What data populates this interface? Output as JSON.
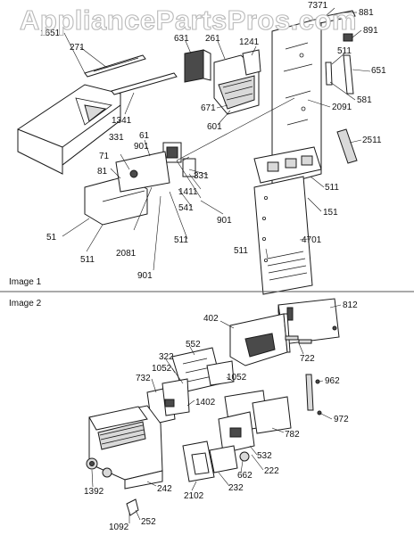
{
  "watermark": "AppliancePartsPros.com",
  "sections": [
    {
      "label": "Image 1"
    },
    {
      "label": "Image 2"
    }
  ],
  "callouts": {
    "img1": [
      "7371",
      "881",
      "891",
      "1651",
      "271",
      "631",
      "261",
      "1241",
      "511",
      "651",
      "581",
      "2091",
      "671",
      "601",
      "1341",
      "61",
      "331",
      "901",
      "71",
      "81",
      "331",
      "1411",
      "2511",
      "511",
      "151",
      "541",
      "901",
      "51",
      "2081",
      "511",
      "4701",
      "511",
      "511",
      "901"
    ],
    "img2": [
      "812",
      "402",
      "722",
      "552",
      "322",
      "1052",
      "1052",
      "732",
      "962",
      "1402",
      "972",
      "782",
      "532",
      "222",
      "662",
      "232",
      "2102",
      "1392",
      "242",
      "1092",
      "252"
    ]
  }
}
